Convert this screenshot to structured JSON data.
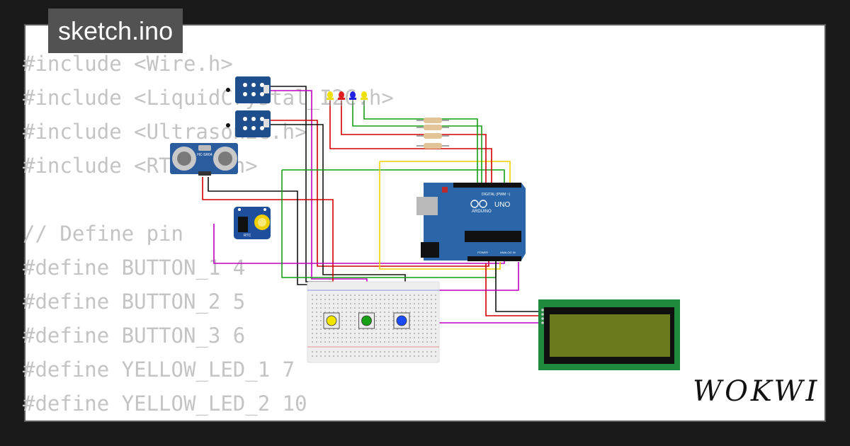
{
  "window": {
    "tab_title": "sketch.ino"
  },
  "code": {
    "lines": [
      "#include <Wire.h>",
      "#include <LiquidCrystal_I2C.h>",
      "#include <Ultrasonic.h>",
      "#include <RTClib.h>",
      "",
      "// Define pin",
      "#define BUTTON_1 4",
      "#define BUTTON_2 5",
      "#define BUTTON_3 6",
      "#define YELLOW_LED_1 7",
      "#define YELLOW_LED_2 10"
    ]
  },
  "components": {
    "board_logo": "ARDUINO",
    "board_model": "UNO",
    "board_digital_label": "DIGITAL (PWM ~)",
    "board_analog_label": "ANALOG IN",
    "board_power_label": "POWER",
    "ultrasonic_label": "HC-SR04",
    "rtc_label": "RTC",
    "led_colors": [
      "#f0e000",
      "#e02020",
      "#2020e0",
      "#f0e000"
    ],
    "button_colors": [
      "#f2e600",
      "#16a016",
      "#1a4bff"
    ]
  },
  "brand": {
    "name": "WOKWI"
  }
}
